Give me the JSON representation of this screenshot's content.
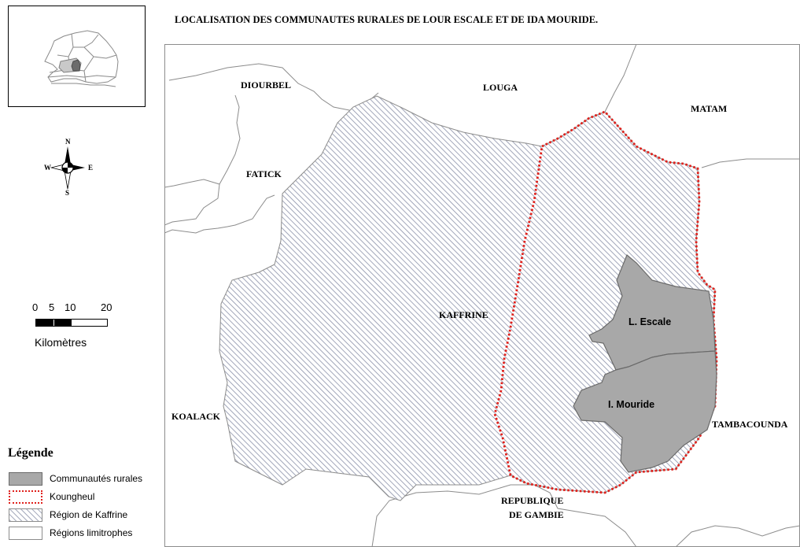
{
  "title": "LOCALISATION DES COMMUNAUTES RURALES DE LOUR ESCALE ET DE IDA MOURIDE.",
  "compass": {
    "north": "N",
    "south": "S",
    "east": "E",
    "west": "W"
  },
  "scale": {
    "ticks": [
      "0",
      "5",
      "10",
      "20"
    ],
    "unit": "Kilomètres"
  },
  "regions": {
    "diourbel": "DIOURBEL",
    "louga": "LOUGA",
    "matam": "MATAM",
    "fatick": "FATICK",
    "kaffrine": "KAFFRINE",
    "koalack": "KOALACK",
    "tambacounda": "TAMBACOUNDA",
    "gambie_line1": "REPUBLIQUE",
    "gambie_line2": "DE GAMBIE"
  },
  "communes": {
    "lour_escale": "L. Escale",
    "ida_mouride": "I. Mouride"
  },
  "legend": {
    "title": "Légende",
    "items": [
      {
        "label": "Communautés rurales"
      },
      {
        "label": "Koungheul"
      },
      {
        "label": "Région de Kaffrine"
      },
      {
        "label": "Régions limitrophes"
      }
    ]
  },
  "colors": {
    "commune_fill": "#a8a8a8",
    "koungheul_border": "#e0201b",
    "hatch": "#8a90a8",
    "region_border": "#8c8c8c"
  }
}
